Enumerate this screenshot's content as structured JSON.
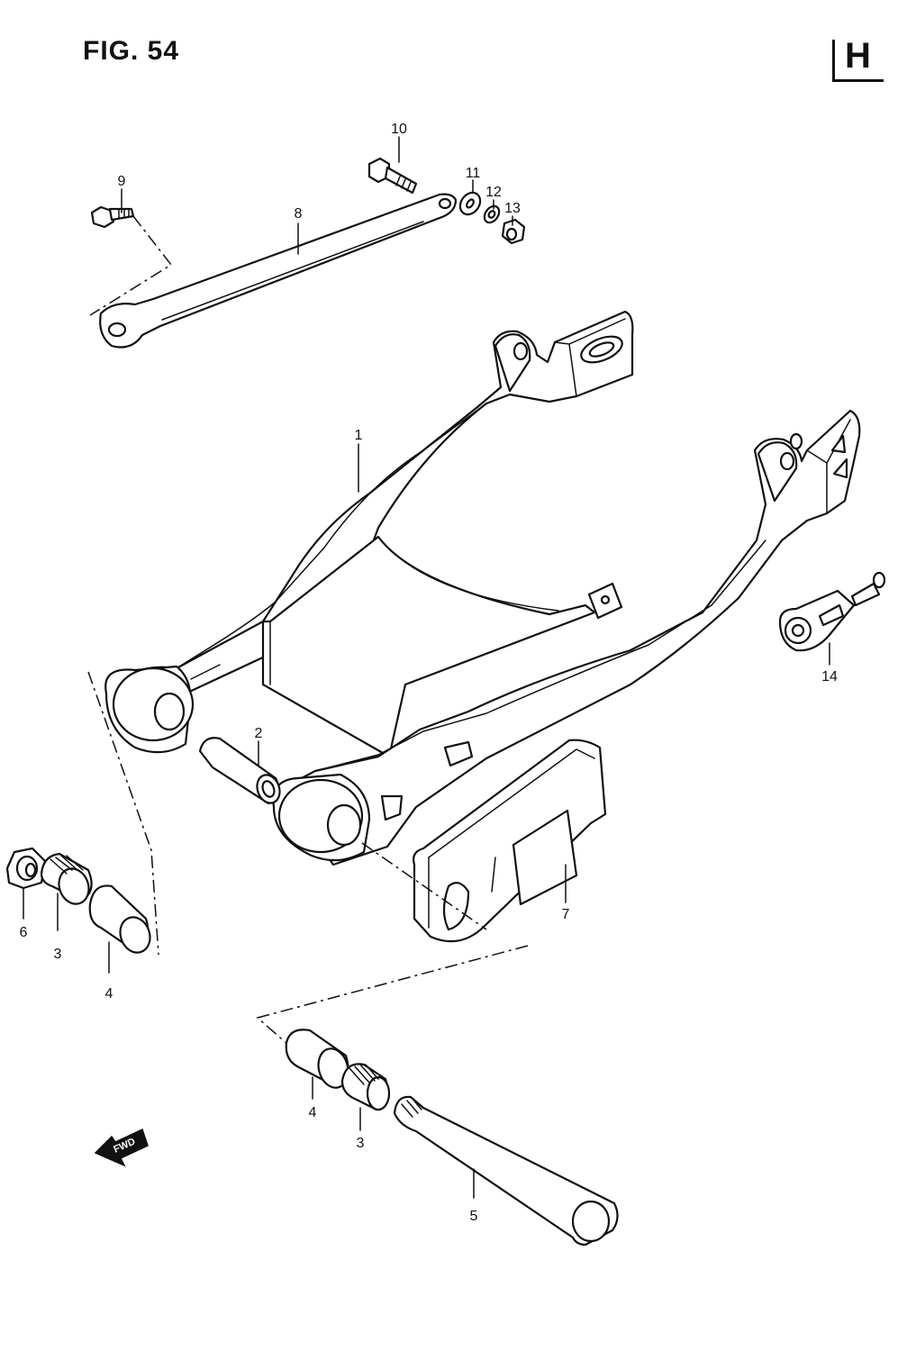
{
  "figure": {
    "title": "FIG. 54",
    "section": "H"
  },
  "fwd_arrow": {
    "label": "FWD"
  },
  "callouts": [
    {
      "id": "c1",
      "number": "1"
    },
    {
      "id": "c2",
      "number": "2"
    },
    {
      "id": "c3a",
      "number": "3"
    },
    {
      "id": "c3b",
      "number": "3"
    },
    {
      "id": "c4a",
      "number": "4"
    },
    {
      "id": "c4b",
      "number": "4"
    },
    {
      "id": "c5",
      "number": "5"
    },
    {
      "id": "c6",
      "number": "6"
    },
    {
      "id": "c7",
      "number": "7"
    },
    {
      "id": "c8",
      "number": "8"
    },
    {
      "id": "c9",
      "number": "9"
    },
    {
      "id": "c10",
      "number": "10"
    },
    {
      "id": "c11",
      "number": "11"
    },
    {
      "id": "c12",
      "number": "12"
    },
    {
      "id": "c13",
      "number": "13"
    },
    {
      "id": "c14",
      "number": "14"
    }
  ]
}
